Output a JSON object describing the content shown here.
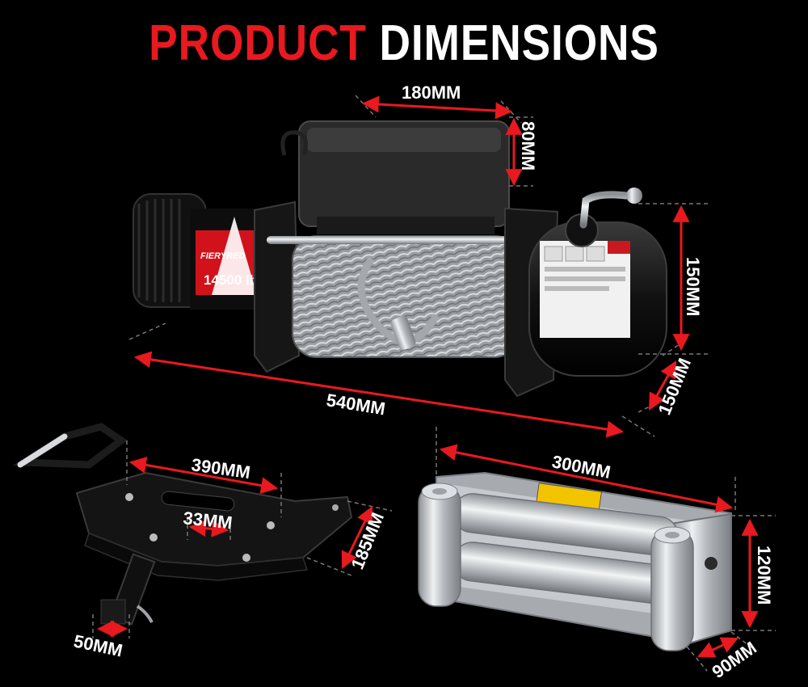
{
  "title": {
    "part1": "PRODUCT",
    "part2": "DIMENSIONS"
  },
  "colors": {
    "accent_red": "#e8191f",
    "title_white": "#ffffff",
    "background": "#000000",
    "steel": "#c9ccd0"
  },
  "winch": {
    "brand": "FIERYRED",
    "capacity_label": "14500 lb",
    "dimensions": {
      "box_width": "180MM",
      "box_height": "80MM",
      "drum_height": "150MM",
      "depth": "150MM",
      "length": "540MM"
    }
  },
  "mount_plate": {
    "dimensions": {
      "width": "390MM",
      "slot": "33MM",
      "side": "185MM",
      "receiver": "50MM"
    }
  },
  "roller_fairlead": {
    "dimensions": {
      "width": "300MM",
      "height": "120MM",
      "depth": "90MM"
    }
  }
}
